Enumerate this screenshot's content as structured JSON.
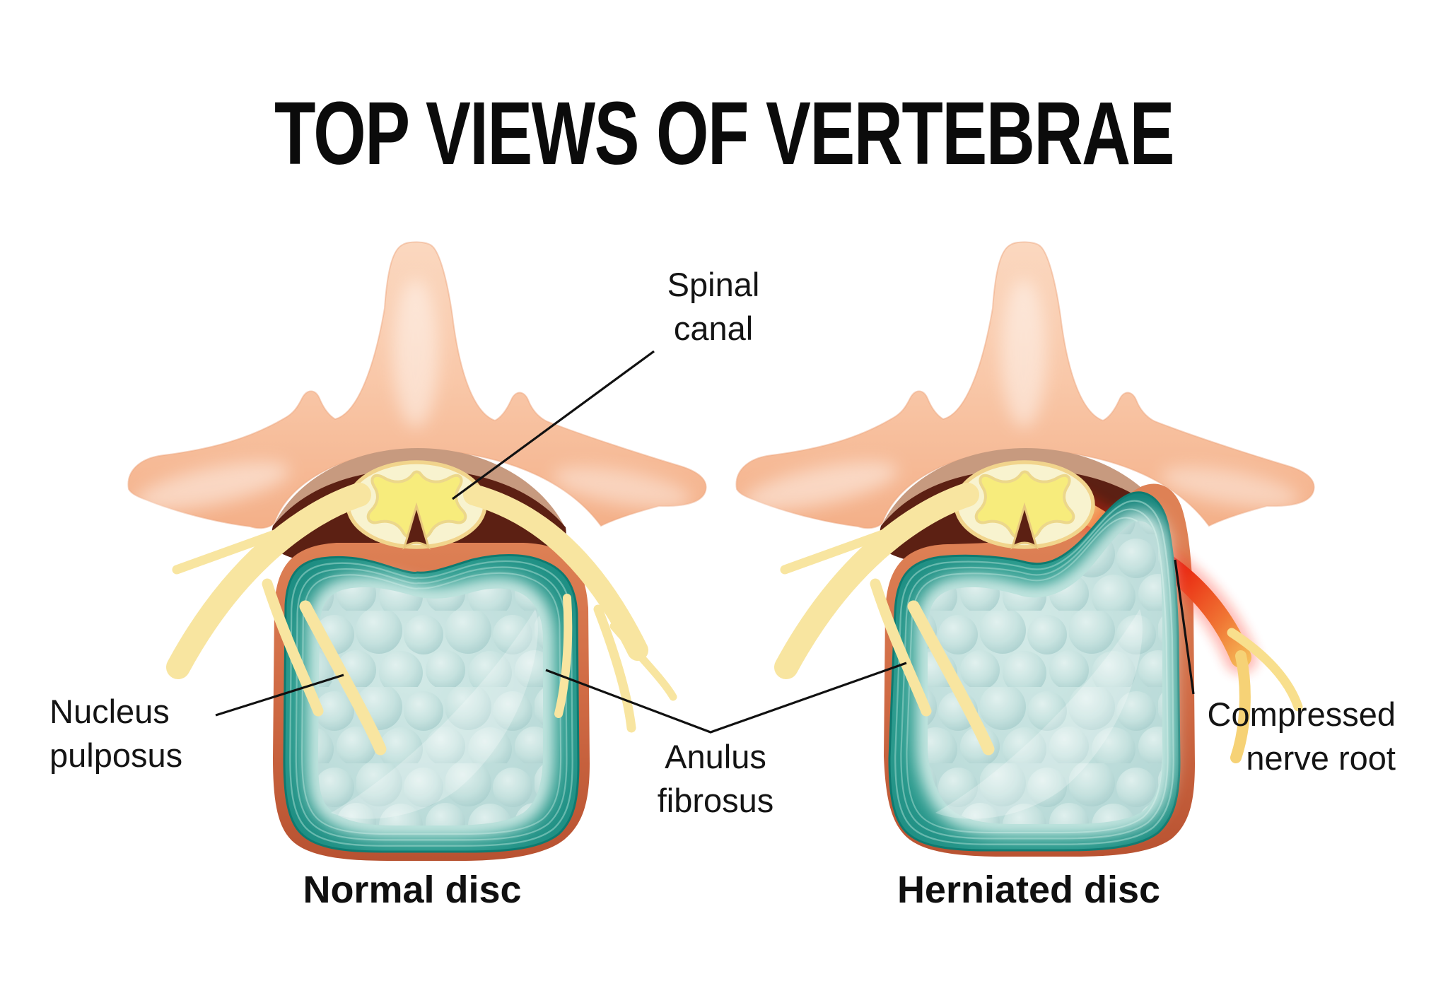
{
  "title": "TOP VIEWS OF VERTEBRAE",
  "labels": {
    "spinal_canal": "Spinal\ncanal",
    "nucleus_pulposus": "Nucleus\npulposus",
    "anulus_fibrosus": "Anulus\nfibrosus",
    "compressed_nerve_root": "Compressed\nnerve root"
  },
  "captions": {
    "normal": "Normal disc",
    "herniated": "Herniated disc"
  },
  "colors": {
    "background": "#ffffff",
    "text": "#141414",
    "bone": "#f8c7a7",
    "bone_shadow": "#f3ad85",
    "canal_fossa": "#5c2013",
    "crescent": "#c79a7f",
    "spinal_cord": "#f8f3cf",
    "cord_border": "#f1d48c",
    "gray_matter": "#f7ec7c",
    "nerve": "#f8e5a0",
    "disc_outer": "#cf6a44",
    "anulus": "#1f9387",
    "nucleus": "#c2dfdd",
    "compressed_nerve": "#e81508",
    "leader_line": "#111111"
  }
}
